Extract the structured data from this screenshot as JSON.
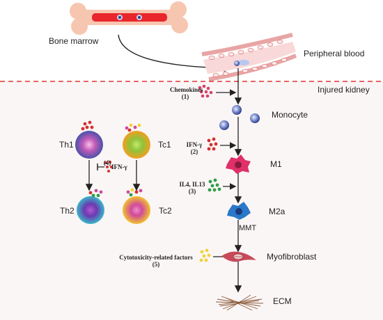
{
  "regions": {
    "bone_marrow": "Bone marrow",
    "peripheral_blood": "Peripheral blood",
    "injured_kidney": "Injured kidney"
  },
  "cells": {
    "monocyte": "Monocyte",
    "m1": "M1",
    "m2a": "M2a",
    "myofibroblast": "Myofibroblast",
    "ecm": "ECM",
    "th1": "Th1",
    "tc1": "Tc1",
    "th2": "Th2",
    "tc2": "Tc2"
  },
  "factors": {
    "chemokines": "Chemokines",
    "chemokines_num": "(1)",
    "ifn_m1": "IFN-γ",
    "ifn_m1_num": "(2)",
    "il": "IL4, IL13",
    "il_num": "(3)",
    "ifn_t": "IFN-γ",
    "ifn_t_num": "(4)",
    "cytotoxic": "Cytotoxicity-related factors",
    "cytotoxic_num": "(5)",
    "mmt": "MMT"
  },
  "colors": {
    "boundary": "#e03030",
    "bone": "#f7c6b0",
    "marrow": "#e8262b",
    "chemokine_dots": "#d8406a",
    "ifn_dots": "#d63030",
    "il_dots": "#2e9e4a",
    "cytotoxic_dots": "#f0d33a",
    "m1_cell": "#e0306a",
    "m2a_cell": "#2a78c8",
    "ecm_fibers": "#8a5a3a"
  }
}
